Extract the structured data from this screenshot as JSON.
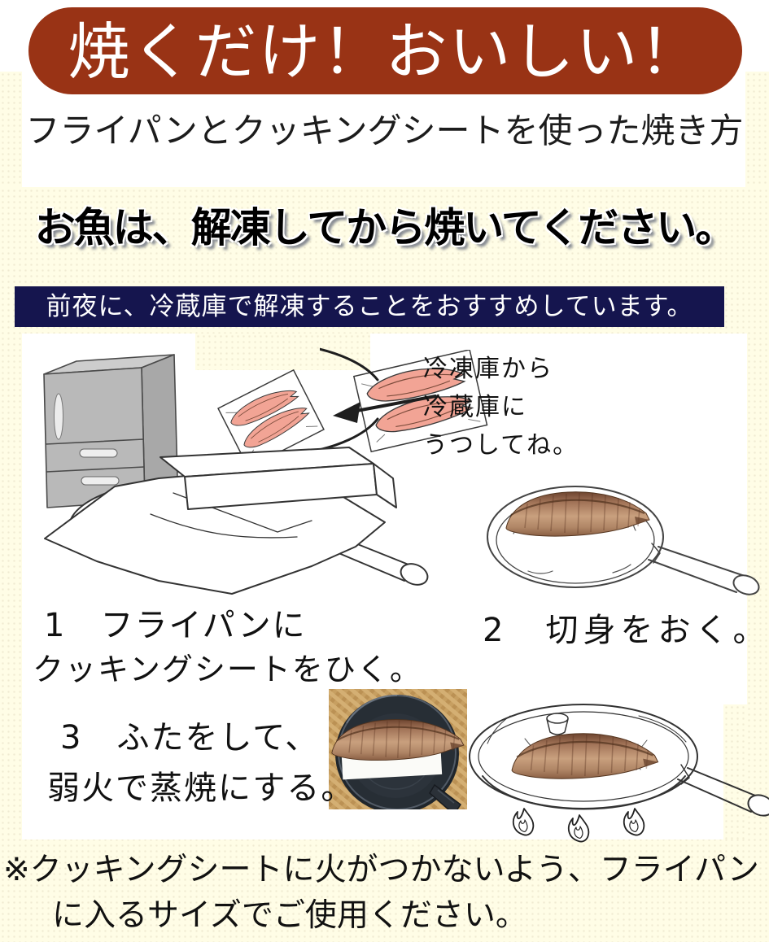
{
  "banner": {
    "title": "焼くだけ！おいしい！"
  },
  "subtitle": "フライパンとクッキングシートを使った焼き方",
  "headline": "お魚は、解凍してから焼いてください。",
  "notice": "前夜に、冷蔵庫で解凍することをおすすめしています。",
  "bubble": {
    "line1": "冷凍庫から",
    "line2": "冷蔵庫に",
    "line3": "うつしてね。"
  },
  "steps": {
    "step1": {
      "line1": "1　フライパンに",
      "line2": "クッキングシートをひく。"
    },
    "step2": {
      "line1": "2　切身をおく。"
    },
    "step3": {
      "line1": "3　ふたをして、",
      "line2": "弱火で蒸焼にする。"
    }
  },
  "footnote": {
    "line1": "※クッキングシートに火がつかないよう、フライパン",
    "line2": "に入るサイズでご使用ください。"
  },
  "colors": {
    "page_bg": "#FFFDE6",
    "banner_bg": "#993315",
    "banner_text": "#FFFFFF",
    "notice_bg": "#15154E",
    "notice_text": "#FFFFFF",
    "headline_text": "#000000",
    "body_text": "#111111",
    "canvas_bg": "#FFFFFF",
    "fish_pack_fill": "#F2A495",
    "photo_mat": "#C79F61",
    "pan_photo_black": "#272E35"
  },
  "illustrations": {
    "refrigerator_icon": "refrigerator",
    "fish_pack_icon": "vacuum-packed fish fillets",
    "speech_bubble_icon": "hand-drawn speech bubble",
    "arrow_icon": "arrow pointing to fish packs",
    "pan_sheet_icon": "frying pan lined with cooking sheet and sheet box",
    "pan_fillet_icon": "frying pan with fish fillet",
    "pan_photo": "photo of fillet on parchment in black frying pan",
    "lidded_pan_icon": "lidded frying pan over three flames"
  }
}
